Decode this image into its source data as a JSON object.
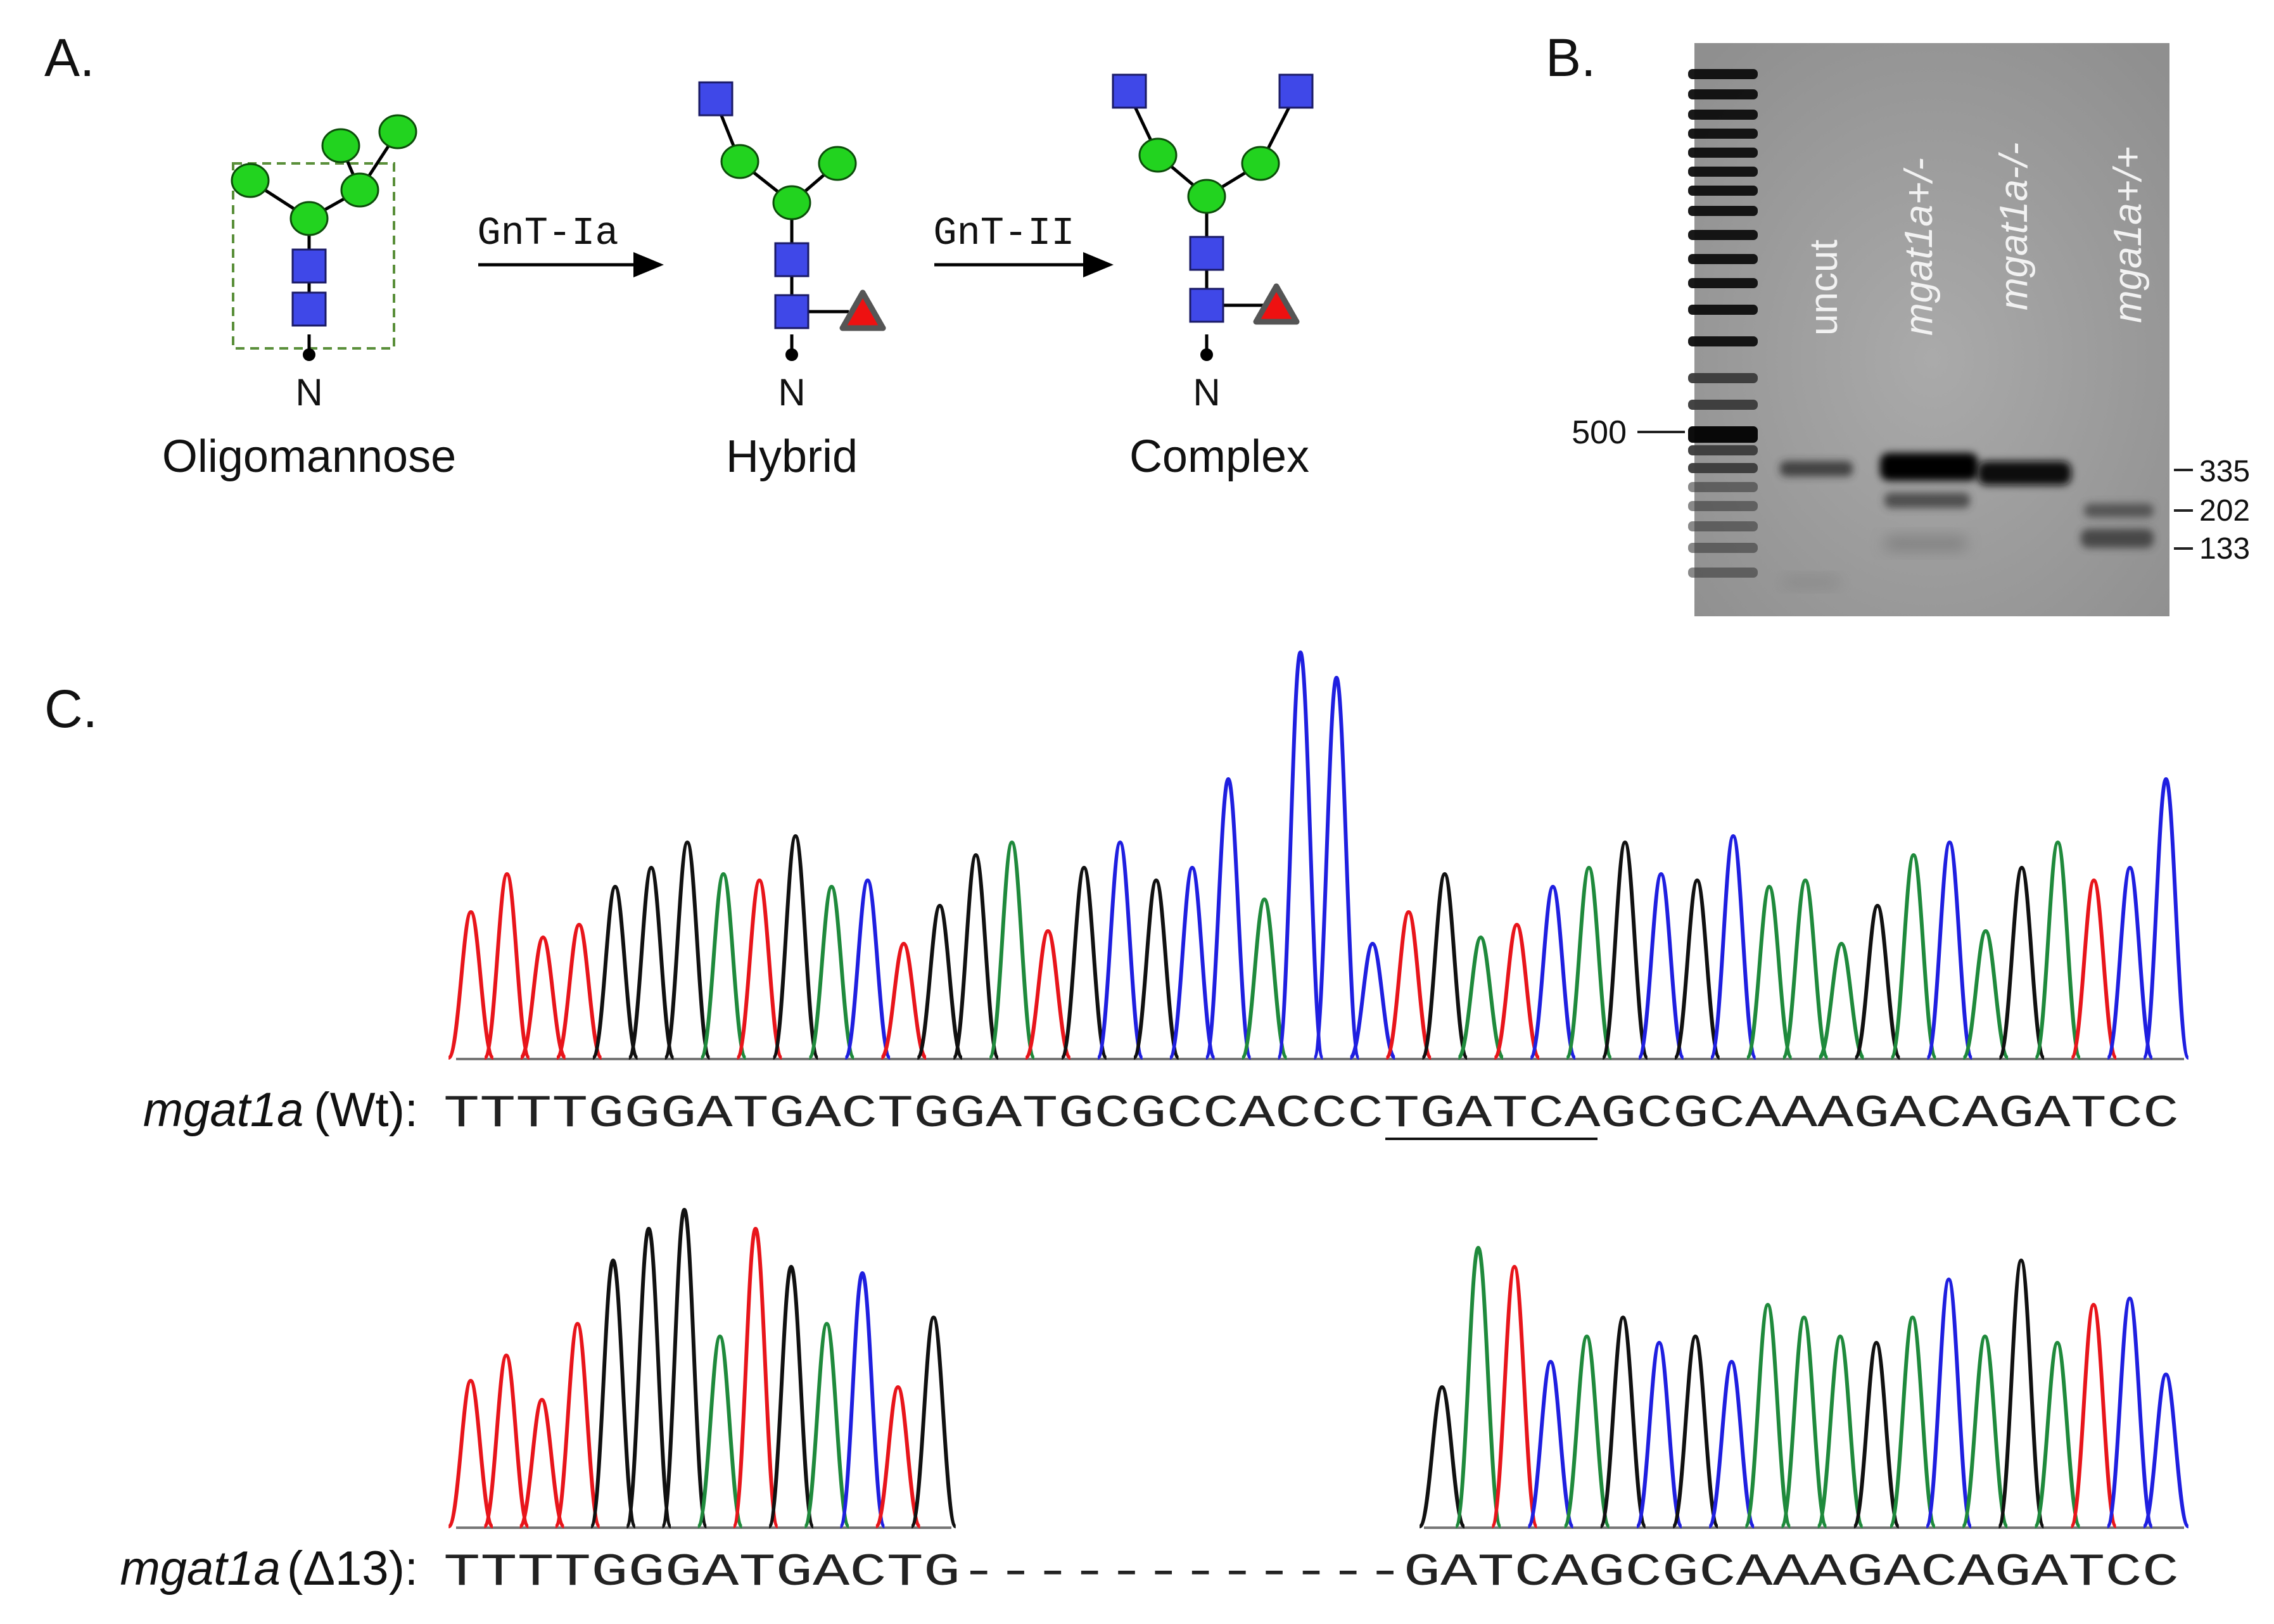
{
  "panelA": {
    "label": "A.",
    "structures": [
      {
        "name": "Oligomannose",
        "n_label": "N"
      },
      {
        "name": "Hybrid",
        "n_label": "N"
      },
      {
        "name": "Complex",
        "n_label": "N"
      }
    ],
    "enzymes": [
      "GnT-Ia",
      "GnT-II"
    ],
    "colors": {
      "glcnac": "#3f48e8",
      "mannose": "#22d31f",
      "fucose": "#ee1111",
      "fucose_border": "#555555"
    }
  },
  "panelB": {
    "label": "B.",
    "lanes": [
      "uncut",
      "mgat1a+/-",
      "mgat1a-/-",
      "mga1a+/+"
    ],
    "ladder_marker": "500",
    "band_sizes": [
      "335",
      "202",
      "133"
    ]
  },
  "panelC": {
    "label": "C.",
    "wt": {
      "gene": "mgat1a",
      "suffix": "(Wt):",
      "sequence_pre": "TTTTGGGATGACTGGATGCGCCACCC",
      "sequence_site": "TGATCA",
      "sequence_post": "GCGCAAAGACAGATCC"
    },
    "mut": {
      "gene": "mgat1a",
      "suffix": "(Δ13):",
      "sequence": "TTTTGGGATGACTG------------GATCAGCGCAAAGACAGATCC"
    },
    "trace_colors": {
      "A": "#1f8a3c",
      "C": "#1f1fe0",
      "G": "#111111",
      "T": "#e8151b"
    }
  }
}
